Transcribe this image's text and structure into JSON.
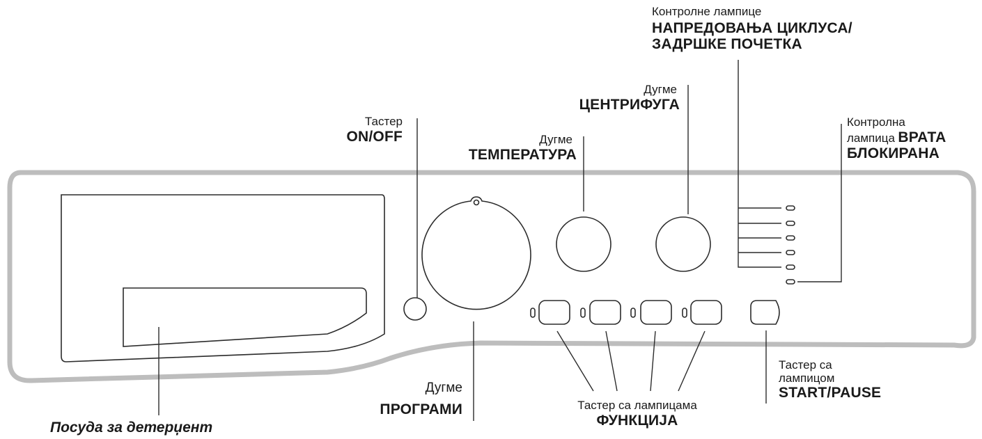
{
  "labels": {
    "detergent": "Посуда за детерџент",
    "onoff_small": "Тастер",
    "onoff_bold": "ON/OFF",
    "programs_small": "Дугме",
    "programs_bold": "ПРОГРАМИ",
    "temp_small": "Дугме",
    "temp_bold": "ТЕМПЕРАТУРА",
    "spin_small": "Дугме",
    "spin_bold": "ЦЕНТРИФУГА",
    "progress_small": "Контролне лампице",
    "progress_bold_1": "НАПРЕДОВАЊА ЦИКЛУСА/",
    "progress_bold_2": "ЗАДРШКЕ ПОЧЕТКА",
    "door_small_1": "Контролна",
    "door_small_2": "лампица",
    "door_bold_inline": "ВРАТА",
    "door_bold_2": "БЛОКИРАНА",
    "functions_small": "Тастер са лампицама",
    "functions_bold": "ФУНКЦИЈА",
    "start_small_1": "Тастер са",
    "start_small_2": "лампицом",
    "start_bold": "START/PAUSE"
  }
}
